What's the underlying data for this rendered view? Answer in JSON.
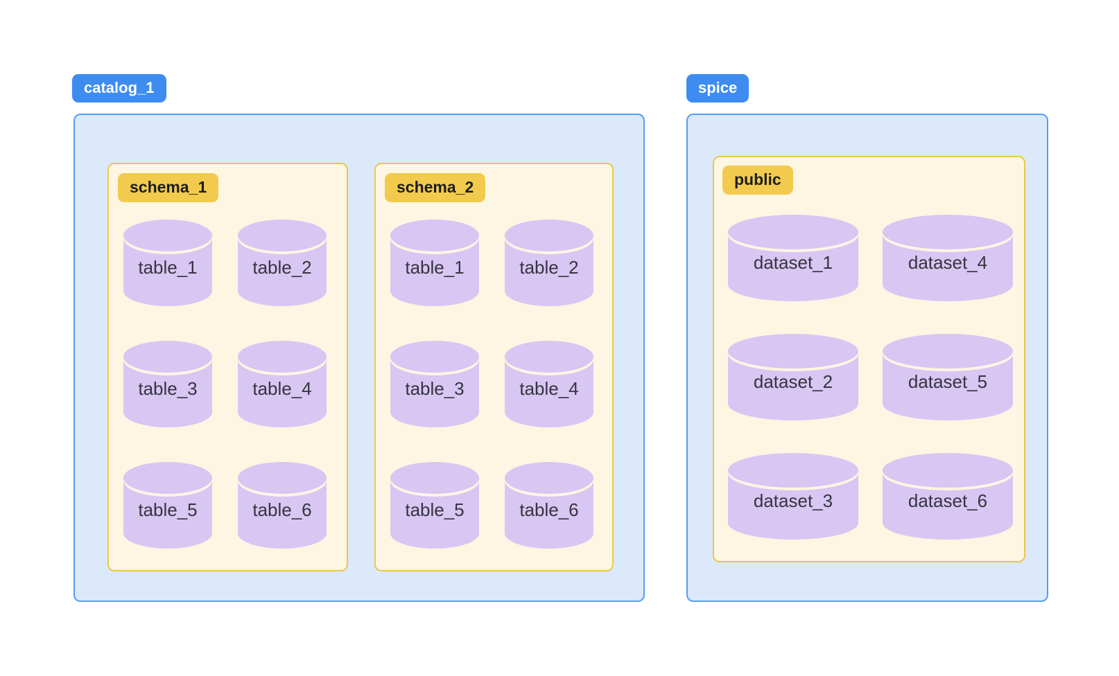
{
  "palette": {
    "catalog_badge_bg": "#3e8cf0",
    "catalog_badge_text": "#ffffff",
    "catalog_container_bg": "#dbe9fb",
    "catalog_container_border": "#559df2",
    "schema_badge_bg": "#f2cb4e",
    "schema_badge_text": "#1d1d20",
    "schema_box_bg": "#fdf6e2",
    "schema_box_border": "#e9c74d",
    "cylinder_fill": "#d8c6f3",
    "cylinder_label_text": "#35353f"
  },
  "diagram": {
    "catalogs": [
      {
        "label": "catalog_1",
        "schemas": [
          {
            "label": "schema_1",
            "tables": [
              "table_1",
              "table_2",
              "table_3",
              "table_4",
              "table_5",
              "table_6"
            ]
          },
          {
            "label": "schema_2",
            "tables": [
              "table_1",
              "table_2",
              "table_3",
              "table_4",
              "table_5",
              "table_6"
            ]
          }
        ]
      },
      {
        "label": "spice",
        "schemas": [
          {
            "label": "public",
            "tables": [
              "dataset_1",
              "dataset_4",
              "dataset_2",
              "dataset_5",
              "dataset_3",
              "dataset_6"
            ]
          }
        ]
      }
    ]
  }
}
